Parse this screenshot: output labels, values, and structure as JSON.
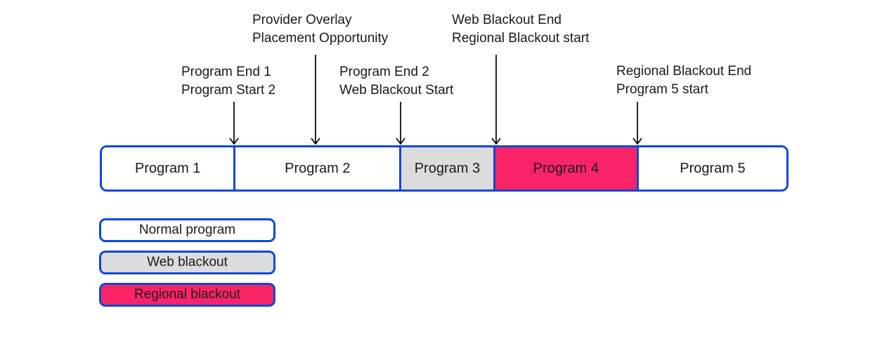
{
  "colors": {
    "accent_blue": "#0d47d8",
    "web_blackout_gray": "#dcdcdc",
    "regional_blackout_pink": "#fb2468",
    "text": "#1a1a1a",
    "arrow_black": "#000000"
  },
  "annotations": [
    {
      "line1": "Program End 1",
      "line2": "Program Start 2"
    },
    {
      "line1": "Provider Overlay",
      "line2": "Placement Opportunity"
    },
    {
      "line1": "Program End 2",
      "line2": "Web Blackout Start"
    },
    {
      "line1": "Web Blackout End",
      "line2": "Regional Blackout start"
    },
    {
      "line1": "Regional Blackout End",
      "line2": "Program 5 start"
    }
  ],
  "timeline": {
    "segments": [
      {
        "label": "Program 1",
        "type": "normal"
      },
      {
        "label": "Program 2",
        "type": "normal"
      },
      {
        "label": "Program 3",
        "type": "web_blackout"
      },
      {
        "label": "Program 4",
        "type": "regional_blackout"
      },
      {
        "label": "Program 5",
        "type": "normal"
      }
    ]
  },
  "legend": [
    {
      "label": "Normal program",
      "type": "normal"
    },
    {
      "label": "Web blackout",
      "type": "web_blackout"
    },
    {
      "label": "Regional blackout",
      "type": "regional_blackout"
    }
  ]
}
